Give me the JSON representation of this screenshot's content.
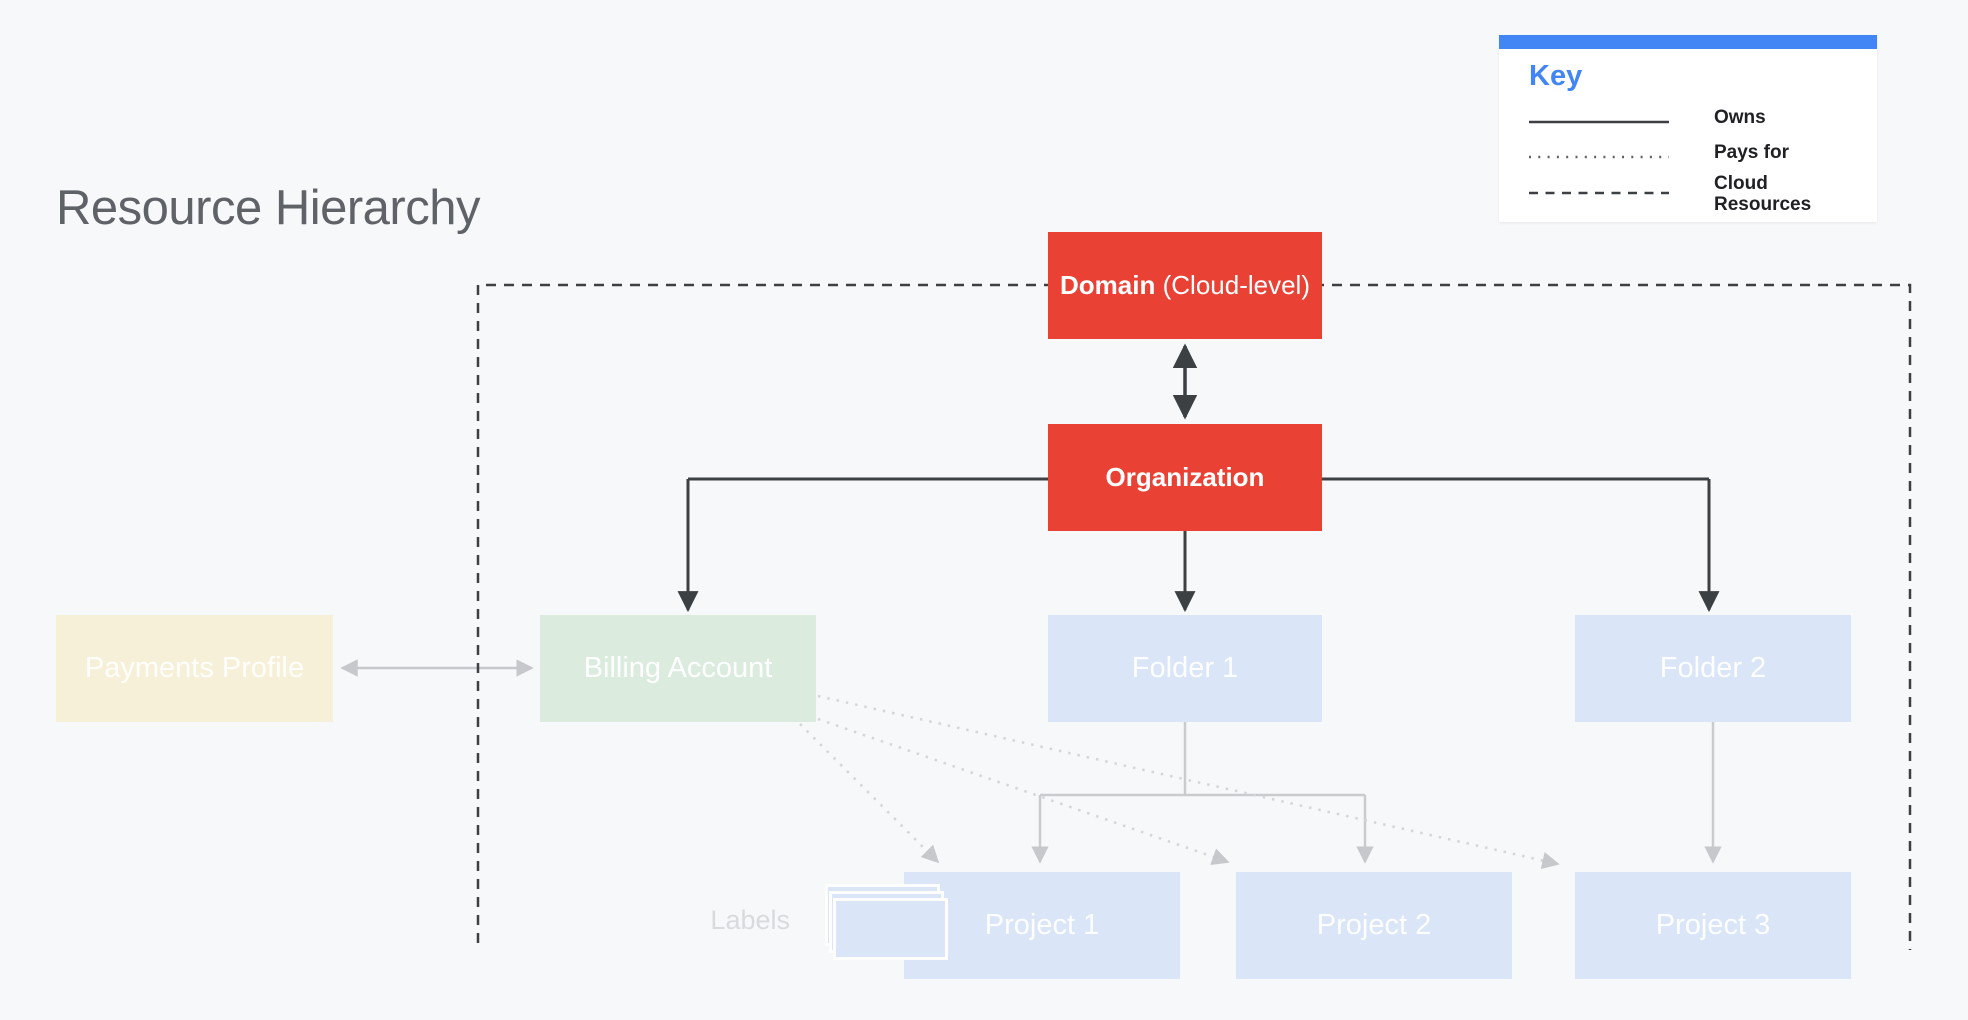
{
  "title": "Resource Hierarchy",
  "key": {
    "heading": "Key",
    "items": [
      {
        "style": "solid",
        "label": "Owns"
      },
      {
        "style": "dotted",
        "label": "Pays for"
      },
      {
        "style": "dashed",
        "label": "Cloud Resources"
      }
    ]
  },
  "nodes": {
    "domain": {
      "label_bold": "Domain",
      "label_suffix": "(Cloud-level)"
    },
    "organization": {
      "label": "Organization"
    },
    "payments_profile": {
      "label": "Payments Profile"
    },
    "billing_account": {
      "label": "Billing Account"
    },
    "folder1": {
      "label": "Folder 1"
    },
    "folder2": {
      "label": "Folder 2"
    },
    "project1": {
      "label": "Project 1"
    },
    "project2": {
      "label": "Project 2"
    },
    "project3": {
      "label": "Project 3"
    },
    "labels_caption": "Labels"
  },
  "edges": [
    {
      "from": "domain",
      "to": "organization",
      "type": "owns",
      "bidirectional": true
    },
    {
      "from": "organization",
      "to": "billing_account",
      "type": "owns"
    },
    {
      "from": "organization",
      "to": "folder1",
      "type": "owns"
    },
    {
      "from": "organization",
      "to": "folder2",
      "type": "owns"
    },
    {
      "from": "payments_profile",
      "to": "billing_account",
      "type": "owns",
      "bidirectional": true
    },
    {
      "from": "billing_account",
      "to": "project1",
      "type": "pays_for"
    },
    {
      "from": "billing_account",
      "to": "project2",
      "type": "pays_for"
    },
    {
      "from": "billing_account",
      "to": "project3",
      "type": "pays_for"
    },
    {
      "from": "folder1",
      "to": "project1",
      "type": "owns"
    },
    {
      "from": "folder1",
      "to": "project2",
      "type": "owns"
    },
    {
      "from": "folder2",
      "to": "project3",
      "type": "owns"
    }
  ],
  "boundary": {
    "style": "dashed",
    "meaning": "Cloud Resources"
  },
  "colors": {
    "background": "#F7F8FA",
    "red_box": "#E94235",
    "light_blue_box": "#DAE5F8",
    "green_box": "#DBEBDE",
    "cream_box": "#F7F0D9",
    "dark_line": "#3C4043",
    "gray_line": "#C6C8CB",
    "dotted_line": "#D3D5D8",
    "key_blue": "#4285F4",
    "title_gray": "#5F6368",
    "labels_caption_gray": "#D8DADD"
  }
}
